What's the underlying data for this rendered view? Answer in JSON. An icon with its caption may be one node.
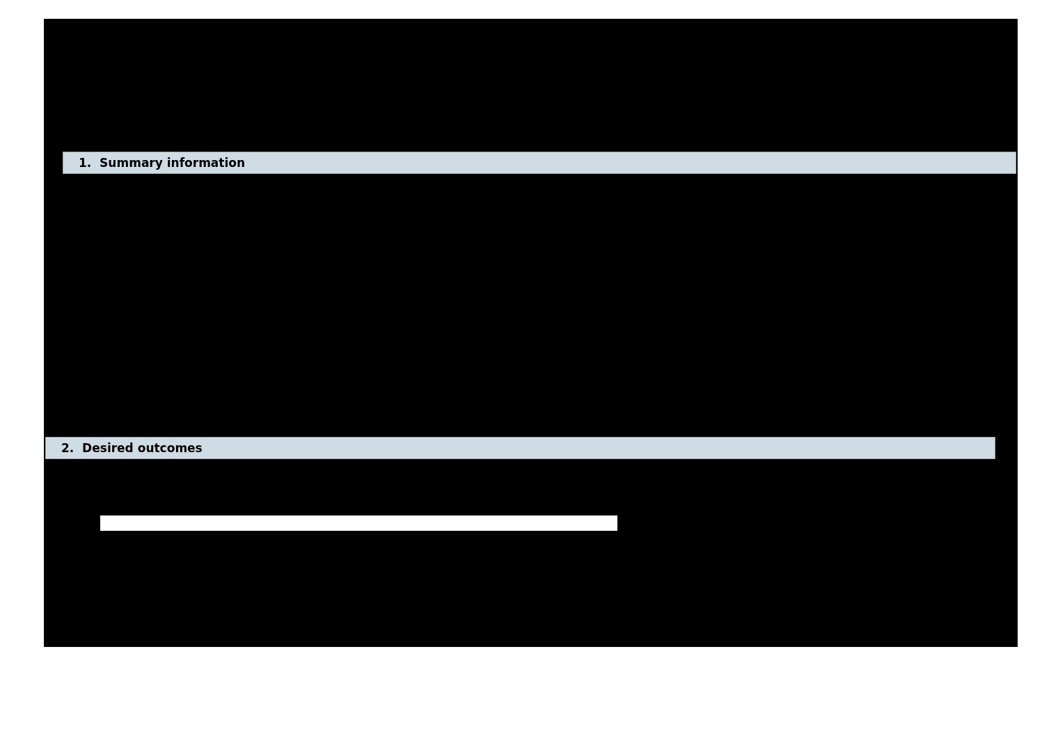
{
  "diagram": {
    "nodes": [
      {
        "text": [
          "1.  Summary information"
        ]
      },
      {
        "text": [
          "2.  Desired outcomes"
        ]
      },
      {
        "text": [],
        "shape": "bar"
      }
    ]
  }
}
